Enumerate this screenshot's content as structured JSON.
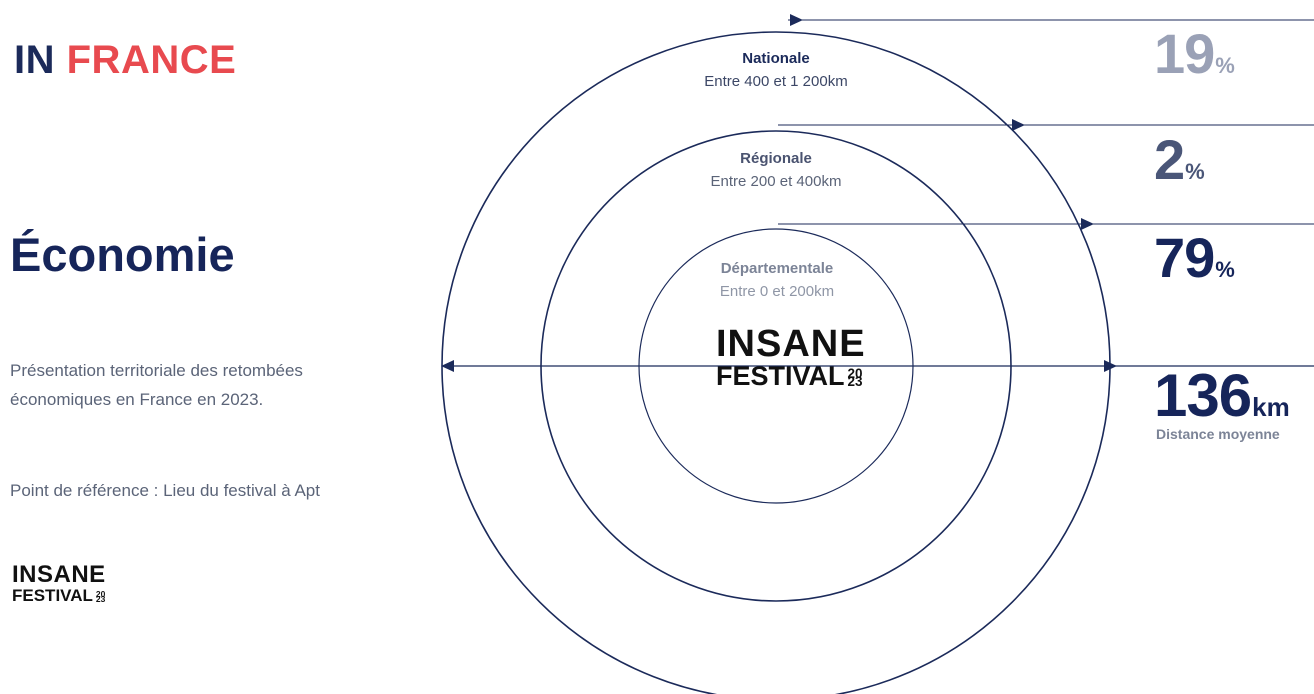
{
  "header": {
    "title_part1": "IN",
    "title_part2": "FRANCE"
  },
  "heading": "Économie",
  "description": "Présentation territoriale des retombées économiques en France en 2023.",
  "reference": "Point de référence : Lieu du festival à Apt",
  "logo": {
    "line1": "INSANE",
    "line2": "FESTIVAL",
    "year_top": "20",
    "year_bottom": "23"
  },
  "rings": {
    "national": {
      "name": "Nationale",
      "range": "Entre 400 et 1 200km"
    },
    "regional": {
      "name": "Régionale",
      "range": "Entre 200 et 400km"
    },
    "departmental": {
      "name": "Départementale",
      "range": "Entre 0 et 200km"
    }
  },
  "stats": {
    "national": {
      "value": "19",
      "unit": "%"
    },
    "regional": {
      "value": "2",
      "unit": "%"
    },
    "departmental": {
      "value": "79",
      "unit": "%"
    },
    "average_distance": {
      "value": "136",
      "unit": "km",
      "caption": "Distance moyenne"
    }
  },
  "colors": {
    "accent_red": "#e84a4f",
    "navy": "#1b2a5a",
    "stat_national": "#9aa1b6",
    "stat_regional": "#4a5678",
    "stat_departmental": "#16255a"
  }
}
